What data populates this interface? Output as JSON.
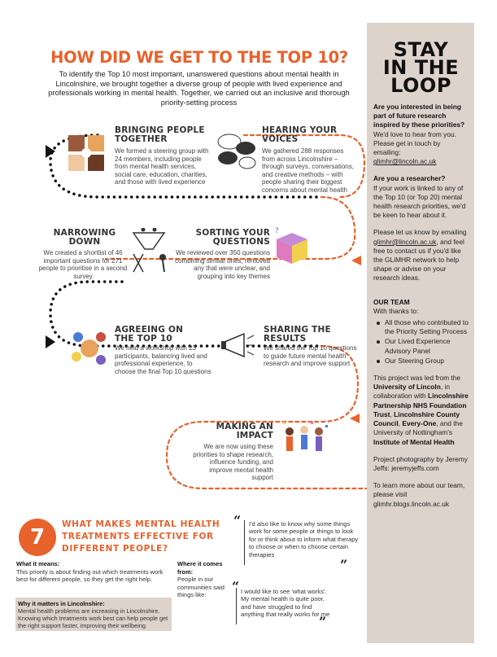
{
  "title": "HOW DID WE GET TO THE TOP 10?",
  "intro": "To identify the Top 10 most important, unanswered questions about mental health in Lincolnshire, we brought together a diverse group of people with lived experience and professionals working in mental health. Together, we carried out an inclusive and thorough priority-setting process",
  "steps": [
    {
      "title_1": "BRINGING PEOPLE",
      "title_2": "TOGETHER",
      "body": "We formed a steering group with 24 members, including people from mental health services, social care, education, charities, and those with lived experience"
    },
    {
      "title_1": "HEARING YOUR",
      "title_2": "VOICES",
      "body": "We gathered 288 responses from across Lincolnshire – through surveys, conversations, and creative methods – with people sharing their biggest concerns about mental health"
    },
    {
      "title_1": "NARROWING",
      "title_2": "DOWN",
      "body": "We created a shortlist of 46 important questions for 271 people to prioritise in a second survey"
    },
    {
      "title_1": "SORTING YOUR",
      "title_2": "QUESTIONS",
      "body": "We reviewed over 350 questions combining similar ones, removed any that were unclear, and grouping into key themes"
    },
    {
      "title_1": "AGREEING ON",
      "title_2": "THE TOP 10",
      "body": "We held a workshop with 23 participants, balancing lived and professional experience, to choose the final Top 10 questions"
    },
    {
      "title_1": "SHARING THE",
      "title_2": "RESULTS",
      "body": "We shared the Top 10 questions to guide future mental health research and improve support"
    },
    {
      "title_1": "MAKING AN",
      "title_2": "IMPACT",
      "body": "We are now using these priorities to shape research, influence funding, and improve mental health support"
    }
  ],
  "question7": {
    "number": "7",
    "title_1": "WHAT MAKES MENTAL HEALTH",
    "title_2": "TREATMENTS EFFECTIVE FOR",
    "title_3": "DIFFERENT PEOPLE?",
    "what_heading": "What it means:",
    "what_body": "This priority is about finding out which treatments work best for different people, so they get the right help.",
    "why_heading": "Why it matters in Lincolnshire:",
    "why_body": "Mental health problems are increasing in Lincolnshire. Knowing which treatments work best can help people get the right support faster, improving their wellbeing.",
    "where_heading": "Where it comes from:",
    "where_body": "People in our communities said things like:",
    "quote_1": "I'd also like to know why some things work for some people or things to look for or think about to inform what therapy to choose or when to choose certain therapies",
    "quote_2": "I would like to see 'what works'. My mental health is quite poor, and have struggled to find anything that really works for me"
  },
  "sidebar": {
    "heading_1": "STAY",
    "heading_2": "IN THE",
    "heading_3": "LOOP",
    "q1": "Are you interested in being part of future research inspired by these priorities?",
    "p1": "We'd love to hear from you. Please get in touch by emailing:",
    "email": "glimhr@lincoln.ac.uk",
    "q2": "Are you a researcher?",
    "p2": "If your work is linked to any of the Top 10 (or Top 20) mental health research priorities, we'd be keen to hear about it.",
    "p3_a": "Please let us know by emailing",
    "p3_b": ", and feel free to contact us if you'd like the GLiMHR network to help shape or advise on your research ideas.",
    "team_heading": "OUR TEAM",
    "thanks": "With thanks to:",
    "team": [
      "All those who contributed to the Priority Setting Process",
      "Our Lived Experience Advisory Panel",
      "Our Steering Group"
    ],
    "led_a": "This project was led from the ",
    "led_uni": "University of Lincoln",
    "led_b": ", in collaboration with ",
    "led_nhs": "Lincolnshire Partnership NHS Foundation Trust",
    "led_c": ", ",
    "led_council": "Lincolnshire County Council",
    "led_d": ", ",
    "led_every": "Every-One",
    "led_e": ", and the University of Nottingham's ",
    "led_inst": "Institute of Mental Health",
    "photo": "Project photography by Jeremy Jeffs: jeremyjeffs.com",
    "more": "To learn more about our team, please visit glimhr.blogs.lincoln.ac.uk"
  },
  "colors": {
    "accent": "#e8622c",
    "sidebar_bg": "#ddd3cb",
    "text": "#333333"
  }
}
